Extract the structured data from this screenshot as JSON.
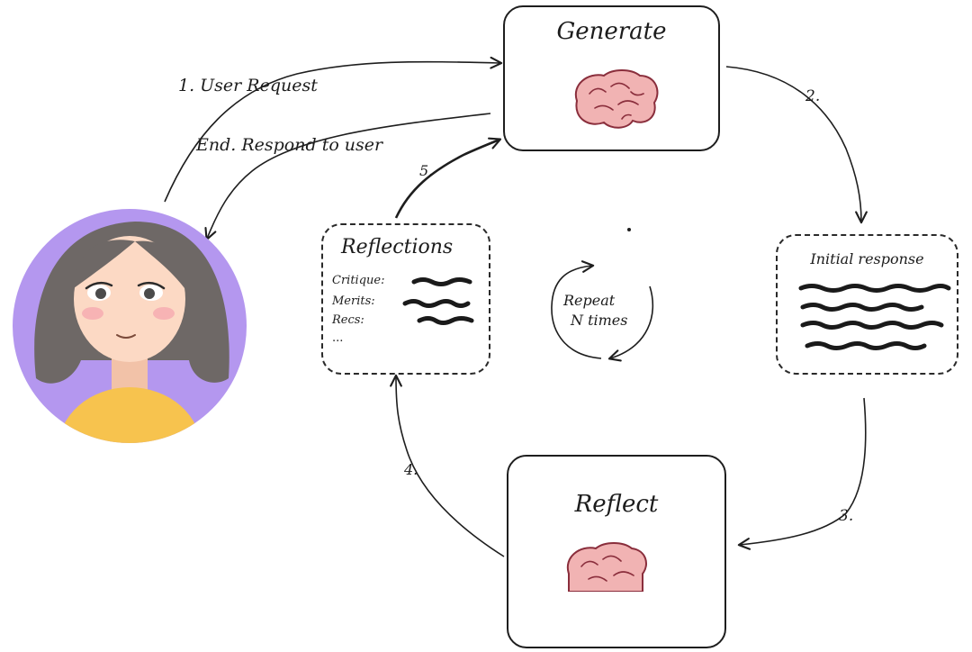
{
  "nodes": {
    "generate": {
      "title": "Generate"
    },
    "reflect": {
      "title": "Reflect"
    },
    "initial_response": {
      "title": "Initial response"
    },
    "reflections": {
      "title": "Reflections",
      "rows": [
        "Critique:",
        "Merits:",
        "Recs:",
        "..."
      ]
    }
  },
  "loop": {
    "line1": "Repeat",
    "line2": "N times"
  },
  "edges": {
    "user_request": "1. User Request",
    "respond": "End. Respond to user",
    "step2": "2.",
    "step3": "3.",
    "step4": "4.",
    "step5": "5."
  },
  "colors": {
    "stroke": "#1e1e1e",
    "brain": "#f1b3b3",
    "brain_line": "#8a2e3c",
    "avatar_bg": "#b497ef",
    "hair": "#6e6866",
    "skin": "#fcd9c4",
    "shirt": "#f7c34e"
  }
}
